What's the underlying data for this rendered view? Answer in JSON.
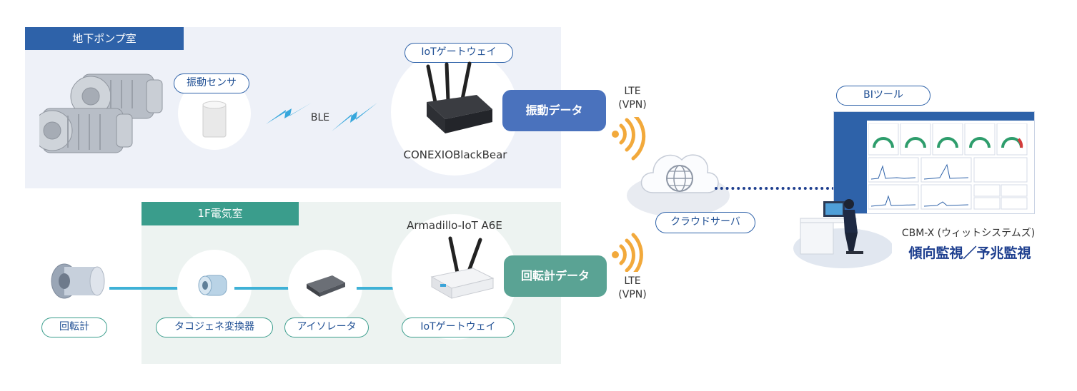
{
  "zones": {
    "basement_pump_room": {
      "title": "地下ポンプ室"
    },
    "electrical_room": {
      "title": "1F電気室"
    }
  },
  "labels": {
    "vibration_sensor": "振動センサ",
    "ble": "BLE",
    "iot_gateway_top": "IoTゲートウェイ",
    "blackbear": "CONEXIOBlackBear",
    "vibration_data": "振動データ",
    "lte_top_1": "LTE",
    "lte_top_2": "(VPN)",
    "cloud_server": "クラウドサーバ",
    "armadillo": "Armadillo-IoT A6E",
    "tachometer": "回転計",
    "tacho_converter": "タコジェネ変換器",
    "isolator": "アイソレータ",
    "iot_gateway_bottom": "IoTゲートウェイ",
    "rotation_data": "回転計データ",
    "lte_bottom_1": "LTE",
    "lte_bottom_2": "(VPN)",
    "bi_tool": "BIツール",
    "cbm_x": "CBM-X (ウィットシステムズ)",
    "trend_monitoring": "傾向監視／予兆監視"
  },
  "colors": {
    "zone1_bg": "#eef1f8",
    "zone1_tab": "#2e62a9",
    "zone2_bg": "#edf3f1",
    "zone2_tab": "#3a9d8c",
    "vibration_data_tag": "#4a72bd",
    "rotation_data_tag": "#5aa394",
    "flow_arrow": "#3fb1d6",
    "signal": "#f2a93b",
    "dotted_link": "#1f3f8f",
    "accent_text": "#1e3f8f"
  }
}
